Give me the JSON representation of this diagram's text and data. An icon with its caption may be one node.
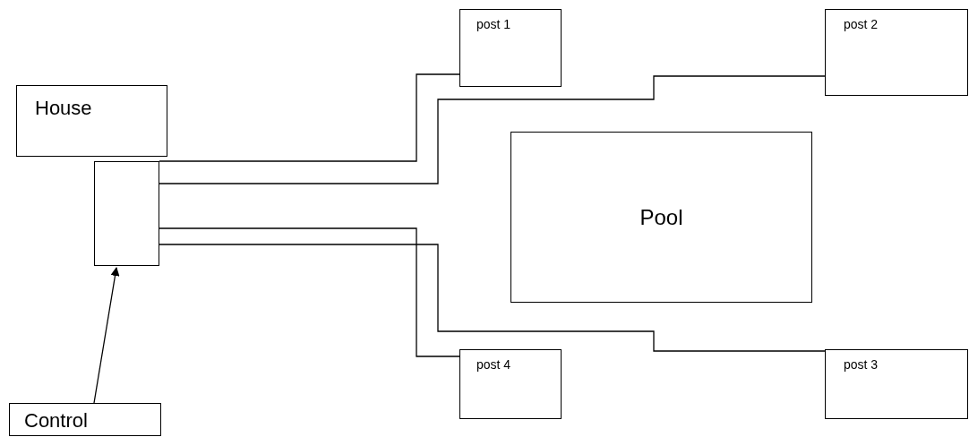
{
  "diagram": {
    "nodes": [
      {
        "text": [
          "House"
        ]
      },
      {
        "text": [
          "post 1"
        ]
      },
      {
        "text": [
          "post  2"
        ]
      },
      {
        "text": [],
        "shape": "box"
      },
      {
        "text": [
          "Pool"
        ]
      },
      {
        "text": [
          "post 4"
        ]
      },
      {
        "text": [
          "post 3"
        ]
      },
      {
        "text": [
          "Control"
        ]
      }
    ],
    "edges": [
      {
        "from": 3,
        "to": 1,
        "arrow": "none"
      },
      {
        "from": 3,
        "to": 2,
        "arrow": "none"
      },
      {
        "from": 3,
        "to": 5,
        "arrow": "none"
      },
      {
        "from": 3,
        "to": 6,
        "arrow": "none"
      },
      {
        "from": 7,
        "to": 3,
        "arrow": "to"
      }
    ]
  }
}
